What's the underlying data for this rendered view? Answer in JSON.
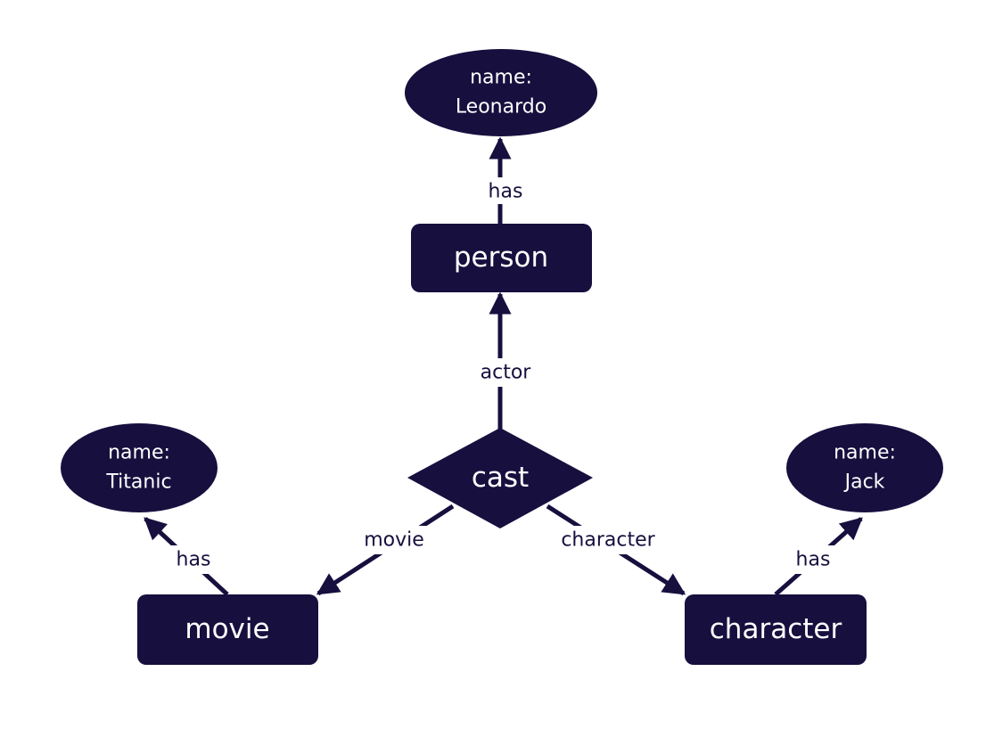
{
  "colors": {
    "node": "#170f3e",
    "node_text": "#ffffff",
    "edge": "#170f3e",
    "background": "#ffffff"
  },
  "nodes": {
    "person": {
      "label": "person",
      "shape": "entity-box"
    },
    "movie": {
      "label": "movie",
      "shape": "entity-box"
    },
    "character": {
      "label": "character",
      "shape": "entity-box"
    },
    "cast": {
      "label": "cast",
      "shape": "relation-diamond"
    },
    "attr_leonardo": {
      "line1": "name:",
      "line2": "Leonardo",
      "shape": "attribute-ellipse"
    },
    "attr_titanic": {
      "line1": "name:",
      "line2": "Titanic",
      "shape": "attribute-ellipse"
    },
    "attr_jack": {
      "line1": "name:",
      "line2": "Jack",
      "shape": "attribute-ellipse"
    }
  },
  "edges": {
    "person_has": {
      "from": "person",
      "to": "attr_leonardo",
      "label": "has"
    },
    "cast_actor": {
      "from": "cast",
      "to": "person",
      "label": "actor"
    },
    "cast_movie": {
      "from": "cast",
      "to": "movie",
      "label": "movie"
    },
    "cast_character": {
      "from": "cast",
      "to": "character",
      "label": "character"
    },
    "movie_has": {
      "from": "movie",
      "to": "attr_titanic",
      "label": "has"
    },
    "character_has": {
      "from": "character",
      "to": "attr_jack",
      "label": "has"
    }
  }
}
